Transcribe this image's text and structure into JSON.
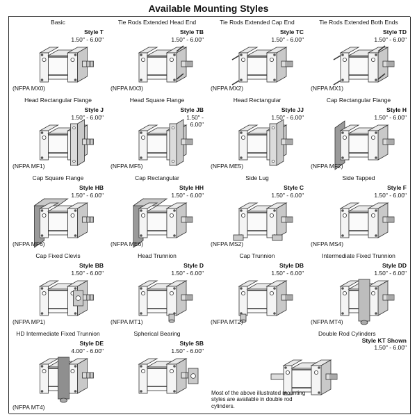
{
  "title": "Available Mounting Styles",
  "cells": [
    {
      "name": "Basic",
      "style": "Style T",
      "range": "1.50\" - 6.00\"",
      "nfpa": "(NFPA MX0)",
      "icon": "basic-cylinder-icon",
      "variant": "basic"
    },
    {
      "name": "Tie Rods Extended Head End",
      "style": "Style TB",
      "range": "1.50\" - 6.00\"",
      "nfpa": "(NFPA MX3)",
      "icon": "tie-rods-extended-head-end-icon",
      "variant": "tb"
    },
    {
      "name": "Tie Rods Extended Cap End",
      "style": "Style TC",
      "range": "1.50\" - 6.00\"",
      "nfpa": "(NFPA MX2)",
      "icon": "tie-rods-extended-cap-end-icon",
      "variant": "tc"
    },
    {
      "name": "Tie Rods Extended Both Ends",
      "style": "Style TD",
      "range": "1.50\" - 6.00\"",
      "nfpa": "(NFPA MX1)",
      "icon": "tie-rods-extended-both-ends-icon",
      "variant": "td"
    },
    {
      "name": "Head Rectangular Flange",
      "style": "Style J",
      "range": "1.50\" - 6.00\"",
      "nfpa": "(NFPA MF1)",
      "icon": "head-rectangular-flange-icon",
      "variant": "headflange"
    },
    {
      "name": "Head Square Flange",
      "style": "Style JB",
      "range": "1.50\" - 6.00\"",
      "nfpa": "(NFPA MF5)",
      "icon": "head-square-flange-icon",
      "variant": "headsquare"
    },
    {
      "name": "Head Rectangular",
      "style": "Style JJ",
      "range": "1.50\" - 6.00\"",
      "nfpa": "(NFPA ME5)",
      "icon": "head-rectangular-icon",
      "variant": "headrect"
    },
    {
      "name": "Cap Rectangular Flange",
      "style": "Style H",
      "range": "1.50\" - 6.00\"",
      "nfpa": "(NFPA MF2)",
      "icon": "cap-rectangular-flange-icon",
      "variant": "capflange"
    },
    {
      "name": "Cap Square Flange",
      "style": "Style HB",
      "range": "1.50\" - 6.00\"",
      "nfpa": "(NFPA MF6)",
      "icon": "cap-square-flange-icon",
      "variant": "capsquare"
    },
    {
      "name": "Cap Rectangular",
      "style": "Style HH",
      "range": "1.50\" - 6.00\"",
      "nfpa": "(NFPA ME6)",
      "icon": "cap-rectangular-icon",
      "variant": "caprect"
    },
    {
      "name": "Side Lug",
      "style": "Style C",
      "range": "1.50\" - 6.00\"",
      "nfpa": "(NFPA MS2)",
      "icon": "side-lug-icon",
      "variant": "sidelug"
    },
    {
      "name": "Side Tapped",
      "style": "Style F",
      "range": "1.50\" - 6.00\"",
      "nfpa": "(NFPA MS4)",
      "icon": "side-tapped-icon",
      "variant": "basic"
    },
    {
      "name": "Cap Fixed Clevis",
      "style": "Style BB",
      "range": "1.50\" - 6.00\"",
      "nfpa": "(NFPA MP1)",
      "icon": "cap-fixed-clevis-icon",
      "variant": "clevis"
    },
    {
      "name": "Head Trunnion",
      "style": "Style D",
      "range": "1.50\" - 6.00\"",
      "nfpa": "(NFPA MT1)",
      "icon": "head-trunnion-icon",
      "variant": "headtrun"
    },
    {
      "name": "Cap Trunnion",
      "style": "Style DB",
      "range": "1.50\" - 6.00\"",
      "nfpa": "(NFPA MT2)",
      "icon": "cap-trunnion-icon",
      "variant": "captrun"
    },
    {
      "name": "Intermediate Fixed Trunnion",
      "style": "Style DD",
      "range": "1.50\" - 6.00\"",
      "nfpa": "(NFPA MT4)",
      "icon": "intermediate-fixed-trunnion-icon",
      "variant": "midtrun"
    },
    {
      "name": "HD Intermediate Fixed Trunnion",
      "style": "Style DE",
      "range": "4.00\" - 6.00\"",
      "nfpa": "(NFPA MT4)",
      "icon": "hd-intermediate-fixed-trunnion-icon",
      "variant": "hdtrun"
    },
    {
      "name": "Spherical Bearing",
      "style": "Style SB",
      "range": "1.50\" - 6.00\"",
      "nfpa": "",
      "icon": "spherical-bearing-icon",
      "variant": "spherical"
    },
    {
      "name": "Double Rod Cylinders",
      "style": "Style KT Shown",
      "range": "1.50\" - 6.00\"",
      "nfpa": "",
      "icon": "double-rod-cylinder-icon",
      "variant": "double",
      "note": "Most of the above illustrated mounting styles are available in double rod cylinders."
    }
  ]
}
